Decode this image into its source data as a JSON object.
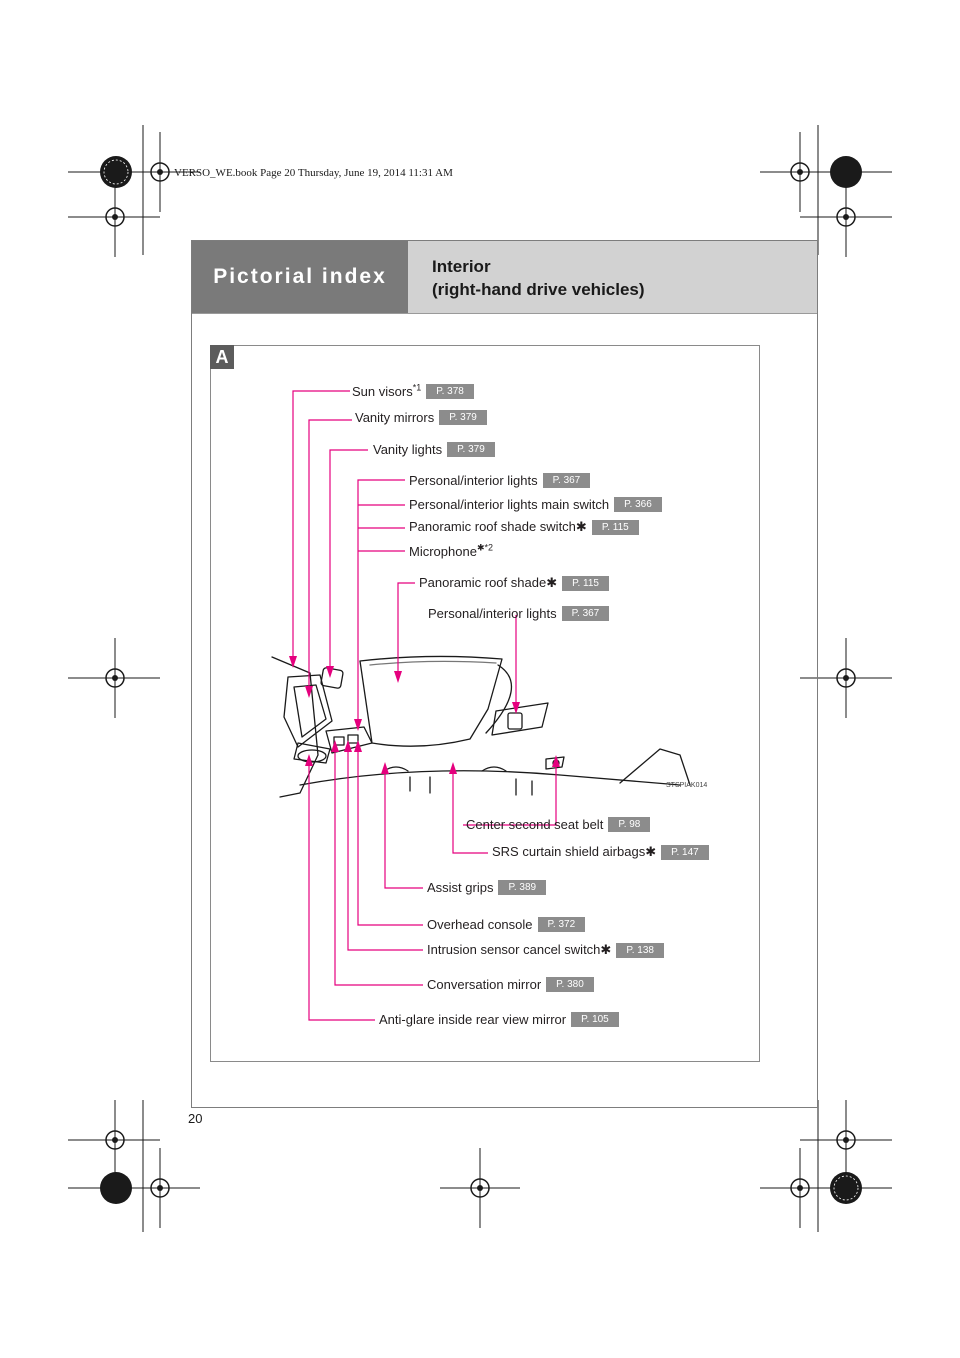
{
  "header": {
    "section_tab": "Pictorial index",
    "title_line1": "Interior",
    "title_line2": "(right-hand drive vehicles)"
  },
  "book_info": "VERSO_WE.book  Page 20  Thursday, June 19, 2014  11:31 AM",
  "page_number": "20",
  "section_badge": "A",
  "figure_code": "STSPIAK014",
  "colors": {
    "callout_line": "#e5007e",
    "page_ref_bg": "#8c8c8c",
    "header_bg": "#d2d2d2",
    "tab_bg": "#7a7a7a"
  },
  "labels": {
    "sun_visors": {
      "text": "Sun visors",
      "mark": "*",
      "note": "1",
      "page": "P. 378"
    },
    "vanity_mirrors": {
      "text": "Vanity mirrors",
      "page": "P. 379"
    },
    "vanity_lights": {
      "text": "Vanity lights",
      "page": "P. 379"
    },
    "personal_lights_front": {
      "text": "Personal/interior lights",
      "page": "P. 367"
    },
    "personal_lights_main_switch": {
      "text": "Personal/interior lights main switch",
      "page": "P. 366"
    },
    "roof_shade_switch": {
      "text": "Panoramic roof shade switch",
      "mark": "✱",
      "page": "P. 115"
    },
    "microphone": {
      "text": "Microphone",
      "mark": "✱*",
      "note": "2"
    },
    "roof_shade": {
      "text": "Panoramic roof shade",
      "mark": "✱",
      "page": "P. 115"
    },
    "personal_lights_rear": {
      "text": "Personal/interior lights",
      "page": "P. 367"
    },
    "center_seat_belt": {
      "text": "Center second seat belt",
      "page": "P. 98"
    },
    "curtain_airbags": {
      "text": "SRS curtain shield airbags",
      "mark": "✱",
      "page": "P. 147"
    },
    "assist_grips": {
      "text": "Assist grips",
      "page": "P. 389"
    },
    "overhead_console": {
      "text": "Overhead console",
      "page": "P. 372"
    },
    "intrusion_switch": {
      "text": "Intrusion sensor cancel switch",
      "mark": "✱",
      "page": "P. 138"
    },
    "conversation_mirror": {
      "text": "Conversation mirror",
      "page": "P. 380"
    },
    "rear_view_mirror": {
      "text": "Anti-glare inside rear view mirror",
      "page": "P. 105"
    }
  }
}
